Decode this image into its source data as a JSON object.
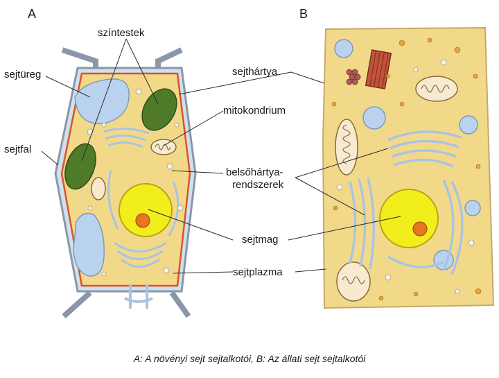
{
  "panels": {
    "a": "A",
    "b": "B"
  },
  "labels": {
    "szintestek": "színtestek",
    "sejtureg": "sejtüreg",
    "sejtfal": "sejtfal",
    "sejthartya": "sejthártya",
    "mitokondrium": "mitokondrium",
    "belsohartya_1": "belsőhártya-",
    "belsohartya_2": "rendszerek",
    "sejtmag": "sejtmag",
    "sejtplazma": "sejtplazma"
  },
  "caption": "A: A növényi sejt sejtalkotói, B: Az állati sejt sejtalkotói",
  "colors": {
    "cytoplasm": "#f2d98a",
    "cell_wall": "#cfe0ee",
    "membrane": "#d9532b",
    "vacuole": "#b9d3ee",
    "chloroplast": "#4f7a2a",
    "nucleus": "#f2ee1c",
    "nucleolus": "#e8751f",
    "er": "#a9c4e2",
    "border": "#8a97a8"
  }
}
